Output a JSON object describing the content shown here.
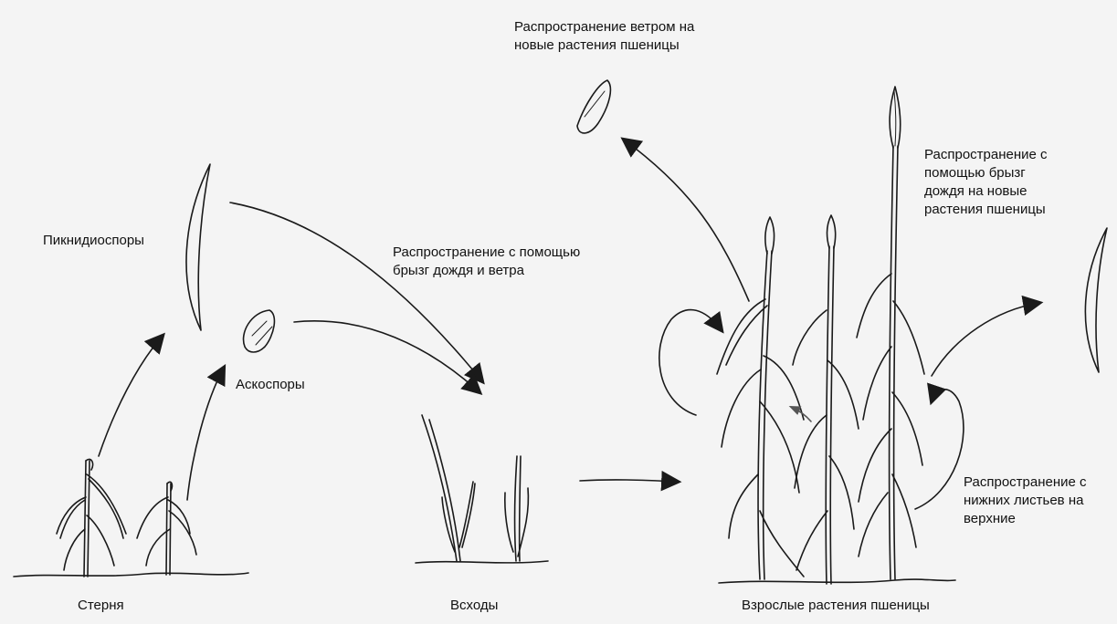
{
  "labels": {
    "wind_spread": "Распространение ветром на\nновые растения пшеницы",
    "rain_splash_new": "Распространение с\nпомощью брызг\nдождя на новые\nрастения пшеницы",
    "pycnidiospores": "Пикнидиоспоры",
    "rain_and_wind": "Распространение с помощью\nбрызг дождя и ветра",
    "ascospores": "Аскоспоры",
    "lower_to_upper": "Распространение с\nнижних листьев на\nверхние",
    "stubble": "Стерня",
    "seedlings": "Всходы",
    "adult_plants": "Взрослые растения пшеницы"
  },
  "colors": {
    "ink": "#1a1a1a",
    "background": "#f4f4f4"
  }
}
